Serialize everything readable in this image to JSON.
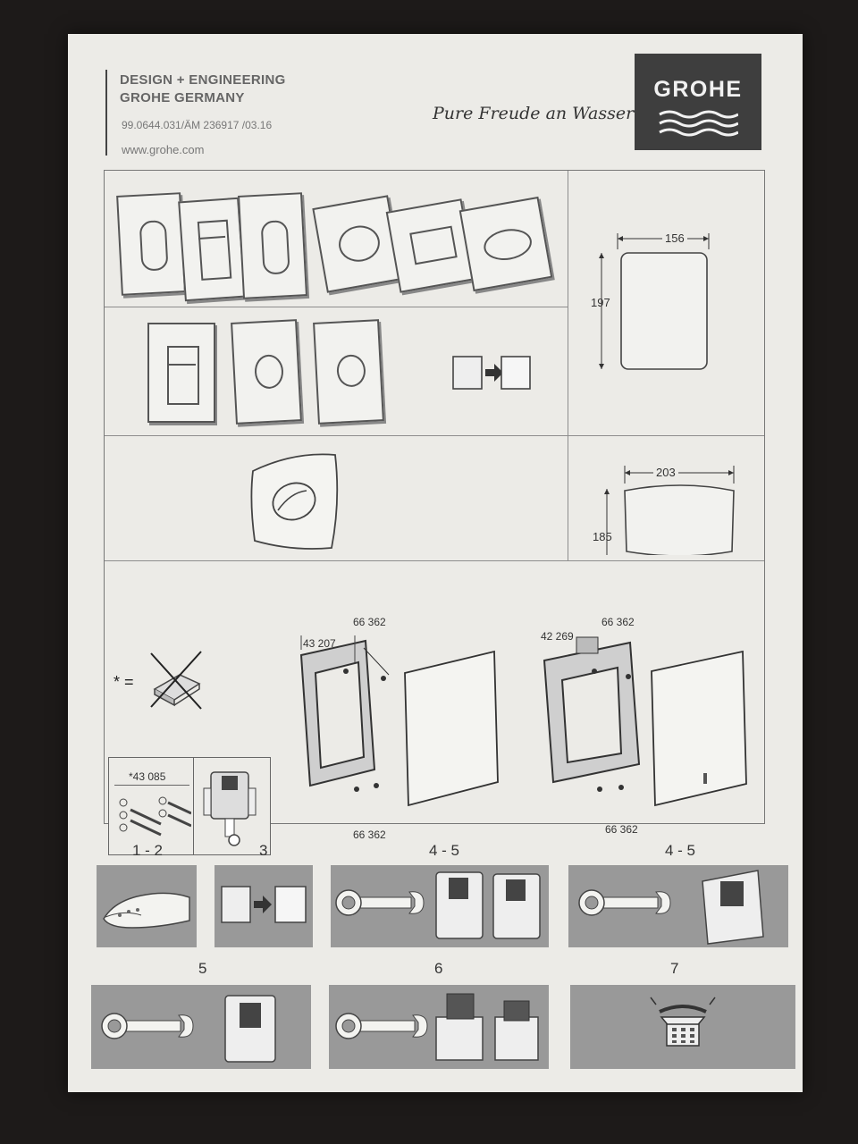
{
  "header": {
    "design_line1": "DESIGN + ENGINEERING",
    "design_line2": "GROHE GERMANY",
    "code": "99.0644.031/ÄM 236917 /03.16",
    "url": "www.grohe.com",
    "tagline": "Pure Freude an Wasser",
    "logo_text": "GROHE"
  },
  "dimensions": {
    "panel1_width": "156",
    "panel1_height": "197",
    "panel2_width": "203",
    "panel2_height": "185"
  },
  "install": {
    "asterisk": "* =",
    "kit_label": "*43 085",
    "left_frame_part": "43 207",
    "left_top_screws": "66 362",
    "left_bottom_screws": "66 362",
    "right_frame_part": "42 269",
    "right_top_screws": "66 362",
    "right_bottom_screws": "66 362"
  },
  "steps": [
    {
      "label": "1 - 2"
    },
    {
      "label": "3"
    },
    {
      "label": "4 - 5"
    },
    {
      "label": "4 - 5"
    },
    {
      "label": "5"
    },
    {
      "label": "6"
    },
    {
      "label": "7"
    }
  ],
  "colors": {
    "paper": "#ecebe7",
    "logo_bg": "#3e3e3e",
    "panel_gray": "#999999",
    "background": "#1d1a19"
  }
}
